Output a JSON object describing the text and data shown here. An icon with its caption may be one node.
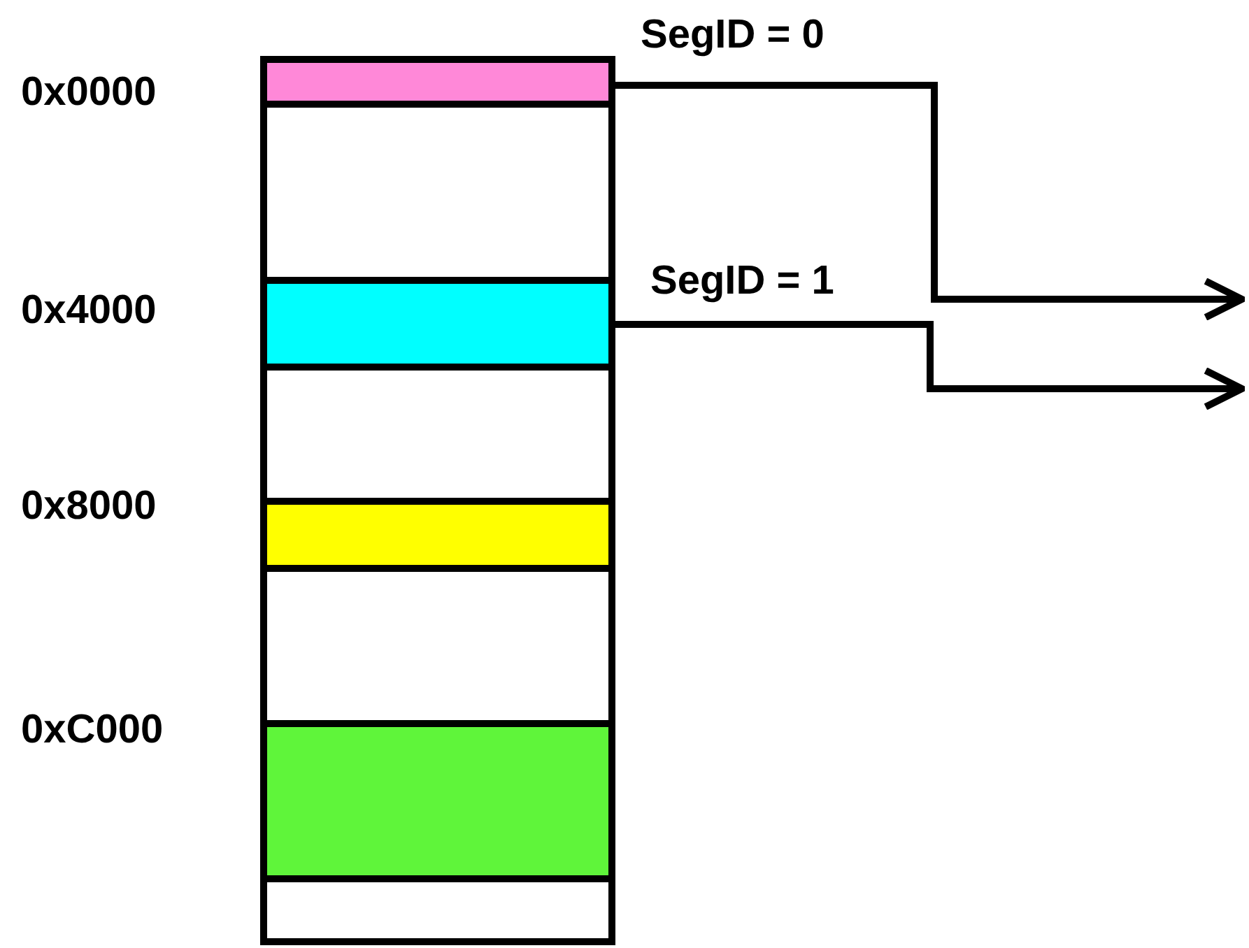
{
  "diagram": {
    "nodes": [
      {
        "text": [],
        "shape": "box"
      },
      {
        "text": [],
        "shape": "bar",
        "in": 0
      },
      {
        "text": [],
        "shape": "bar",
        "in": 0
      },
      {
        "text": [],
        "shape": "bar",
        "in": 0
      },
      {
        "text": [],
        "shape": "bar",
        "in": 0
      }
    ],
    "edges": [
      {
        "from": 1,
        "to": null,
        "arrow": "to",
        "label": "SegID = 0"
      },
      {
        "from": 2,
        "to": null,
        "arrow": "to",
        "label": "SegID = 1"
      }
    ],
    "labels": [
      "0x0000",
      "0x4000",
      "0x8000",
      "0xC000"
    ]
  }
}
